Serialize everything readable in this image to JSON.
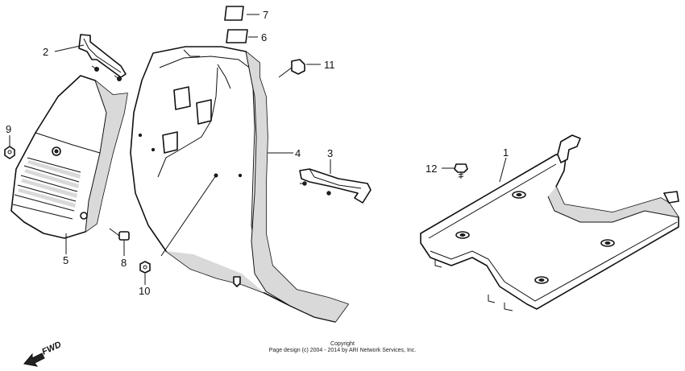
{
  "diagram": {
    "callouts": {
      "p1": "1",
      "p2": "2",
      "p3": "3",
      "p4": "4",
      "p5": "5",
      "p6": "6",
      "p7": "7",
      "p8": "8",
      "p9": "9",
      "p10": "10",
      "p11": "11",
      "p12": "12"
    },
    "direction_label": "FWD",
    "copyright_line1": "Copyright",
    "copyright_line2": "Page design (c) 2004 - 2014 by ARI Network Services, Inc."
  }
}
